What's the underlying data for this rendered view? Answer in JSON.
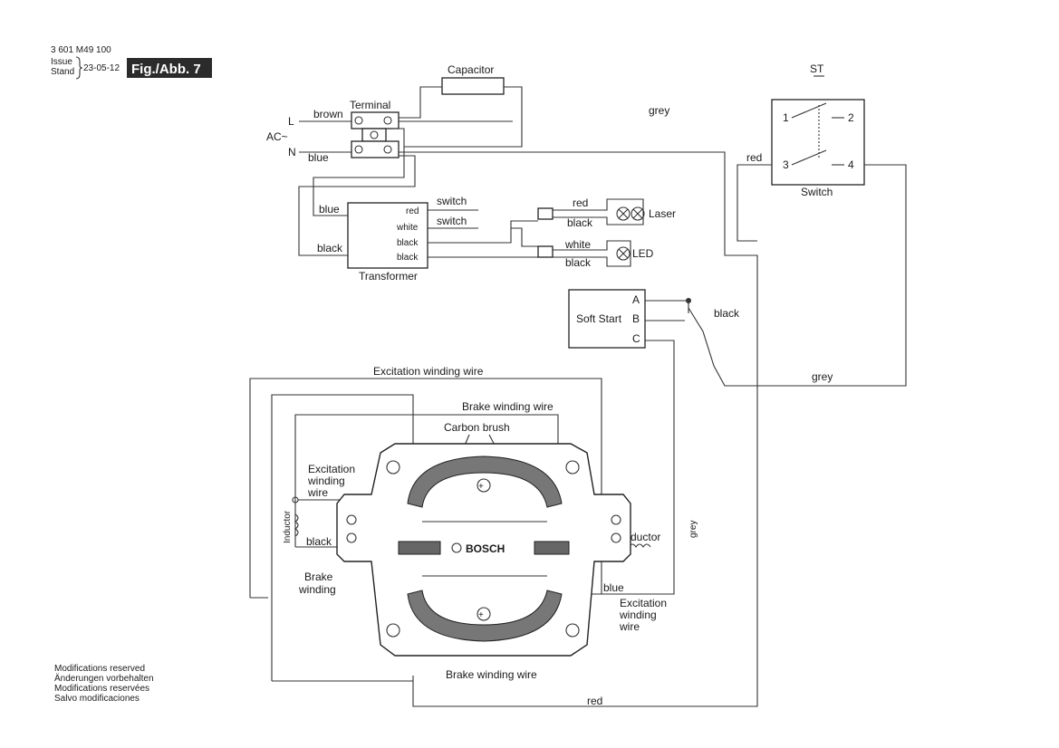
{
  "header": {
    "doc_number": "3 601 M49 100",
    "issue_label": "Issue",
    "stand_label": "Stand",
    "date": "23-05-12",
    "figure": "Fig./Abb. 7"
  },
  "supply": {
    "l": "L",
    "ac": "AC~",
    "n": "N",
    "brown": "brown",
    "blue": "blue"
  },
  "labels": {
    "capacitor": "Capacitor",
    "terminal": "Terminal",
    "grey_top": "grey",
    "switch_st": "ST",
    "switch_name": "Switch",
    "pin1": "1",
    "pin2": "2",
    "pin3": "3",
    "pin4": "4",
    "red_switch": "red",
    "blue_trans": "blue",
    "black_trans": "black",
    "t_red": "red",
    "t_white": "white",
    "t_black1": "black",
    "t_black2": "black",
    "transformer": "Transformer",
    "switch1": "switch",
    "switch2": "switch",
    "laser_red": "red",
    "laser_black": "black",
    "laser": "Laser",
    "led_white": "white",
    "led_black": "black",
    "led": "LED",
    "softstart": "Soft Start",
    "ss_a": "A",
    "ss_b": "B",
    "ss_c": "C",
    "ss_black": "black",
    "ss_grey": "grey",
    "excitation_top": "Excitation winding wire",
    "brake_top": "Brake winding wire",
    "carbon": "Carbon brush",
    "exc_left_1": "Excitation",
    "exc_left_2": "winding",
    "exc_left_3": "wire",
    "inductor_left": "Inductor",
    "black_left": "black",
    "brake_left_1": "Brake",
    "brake_left_2": "winding",
    "inductor_right": "Inductor",
    "grey_vertical": "grey",
    "blue_right": "blue",
    "exc_right_1": "Excitation",
    "exc_right_2": "winding",
    "exc_right_3": "wire",
    "brake_bottom": "Brake winding wire",
    "red_bottom": "red",
    "brand": "BOSCH"
  },
  "footer": [
    "Modifications reserved",
    "Änderungen vorbehalten",
    "Modifications reservées",
    "Salvo modificaciones"
  ]
}
